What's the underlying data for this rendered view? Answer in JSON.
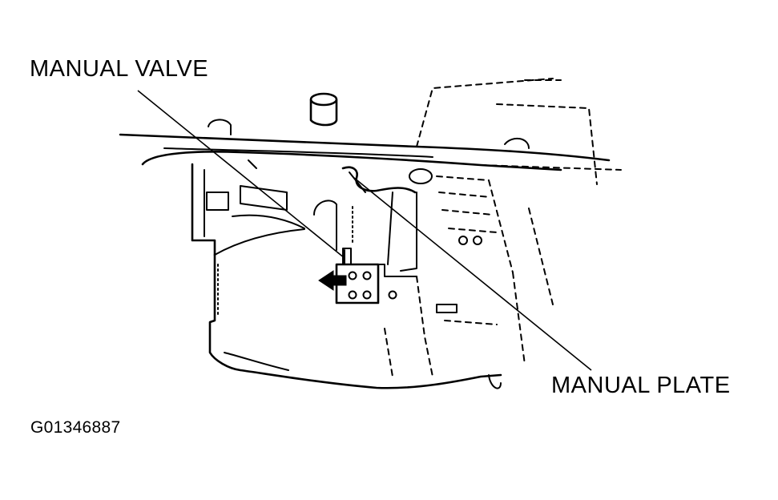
{
  "labels": {
    "manual_valve": "MANUAL VALVE",
    "manual_plate": "MANUAL PLATE",
    "figure_code": "G01346887"
  }
}
